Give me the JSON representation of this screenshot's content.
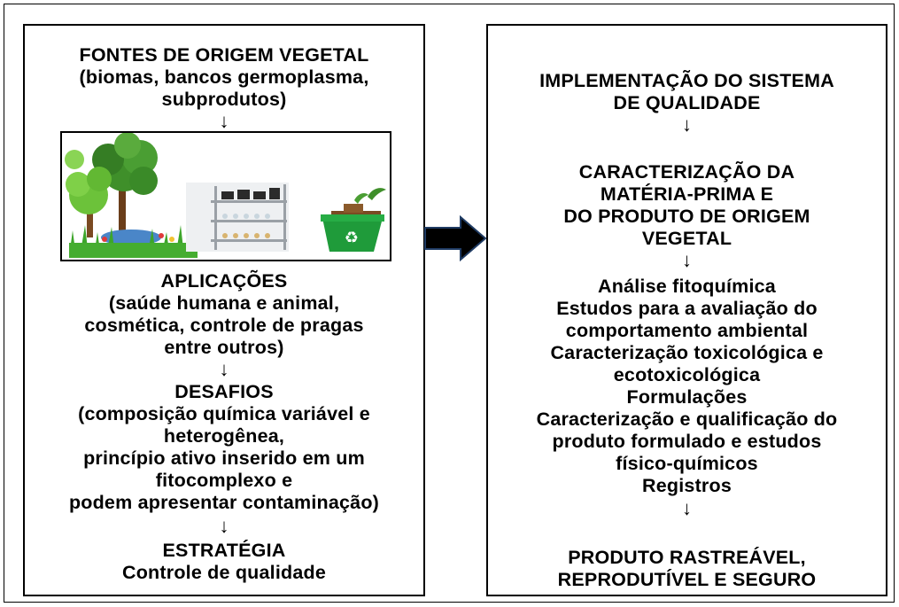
{
  "left": {
    "sources": {
      "title": "FONTES DE ORIGEM VEGETAL",
      "lines": [
        "(biomas, bancos germoplasma,",
        "subprodutos)"
      ]
    },
    "applications": {
      "title": "APLICAÇÕES",
      "lines": [
        "(saúde humana e animal,",
        "cosmética, controle de pragas",
        "entre outros)"
      ]
    },
    "challenges": {
      "title": "DESAFIOS",
      "lines": [
        "(composição química variável e",
        "heterogênea,",
        "princípio ativo  inserido em um",
        "fitocomplexo e",
        "podem apresentar contaminação)"
      ]
    },
    "strategy": {
      "title": "ESTRATÉGIA",
      "lines": [
        "Controle de qualidade"
      ]
    },
    "image_icons": [
      "tree-biome-icon",
      "germplasm-shelf-icon",
      "recycle-bin-icon"
    ]
  },
  "right": {
    "implementation": [
      "IMPLEMENTAÇÃO DO SISTEMA",
      "DE QUALIDADE"
    ],
    "characterization": [
      "CARACTERIZAÇÃO DA",
      "MATÉRIA-PRIMA E",
      "DO PRODUTO DE ORIGEM",
      "VEGETAL"
    ],
    "steps": [
      "Análise fitoquímica",
      "Estudos para a avaliação do",
      "comportamento ambiental",
      "Caracterização toxicológica e",
      "ecotoxicológica",
      "Formulações",
      "Caracterização e qualificação do",
      "produto formulado e estudos",
      "físico-químicos",
      "Registros"
    ],
    "result": [
      "PRODUTO RASTREÁVEL,",
      "REPRODUTÍVEL E SEGURO"
    ]
  },
  "arrow_symbol": "↓",
  "colors": {
    "border": "#000000",
    "connector": "#000000",
    "connector_edge": "#1f3b63",
    "tree_green": "#3f8f2a",
    "light_green": "#6cc23a",
    "bin_green": "#1f9b3a",
    "water": "#4a86c8"
  }
}
